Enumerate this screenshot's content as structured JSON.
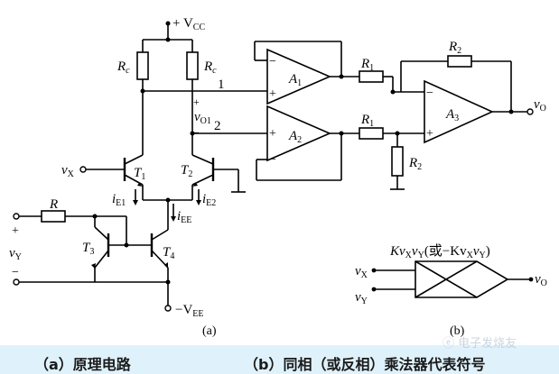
{
  "figure": {
    "labels": {
      "vcc_prefix": "+ V",
      "vcc_sub": "CC",
      "vee_prefix": "−V",
      "vee_sub": "EE",
      "rc": "R",
      "rc_sub": "c",
      "r": "R",
      "r1": "R",
      "r1_sub": "1",
      "r2": "R",
      "r2_sub": "2",
      "a1": "A",
      "a1_sub": "1",
      "a2": "A",
      "a2_sub": "2",
      "a3": "A",
      "a3_sub": "3",
      "node1": "1",
      "node2": "2",
      "vo1": "v",
      "vo1_sub": "O1",
      "plus": "+",
      "minus": "−",
      "t1": "T",
      "t1_sub": "1",
      "t2": "T",
      "t2_sub": "2",
      "t3": "T",
      "t3_sub": "3",
      "t4": "T",
      "t4_sub": "4",
      "ie1": "i",
      "ie1_sub": "E1",
      "ie2": "i",
      "ie2_sub": "E2",
      "iee": "i",
      "iee_sub": "EE",
      "vx": "v",
      "vx_sub": "X",
      "vy": "v",
      "vy_sub": "Y",
      "vo": "v",
      "vo_sub": "O",
      "sub_a": "(a)",
      "sub_b": "(b)",
      "formula_a": "Kv",
      "formula_a_sub1": "X",
      "formula_b": "v",
      "formula_b_sub": "Y",
      "formula_c": "(或−Kv",
      "formula_c_sub1": "X",
      "formula_d": "v",
      "formula_d_sub": "Y",
      "formula_e": ")"
    },
    "captions": {
      "left": "（a）原理电路",
      "right": "（b）同相（或反相）乘法器代表符号"
    },
    "watermark": "电子发烧友"
  }
}
